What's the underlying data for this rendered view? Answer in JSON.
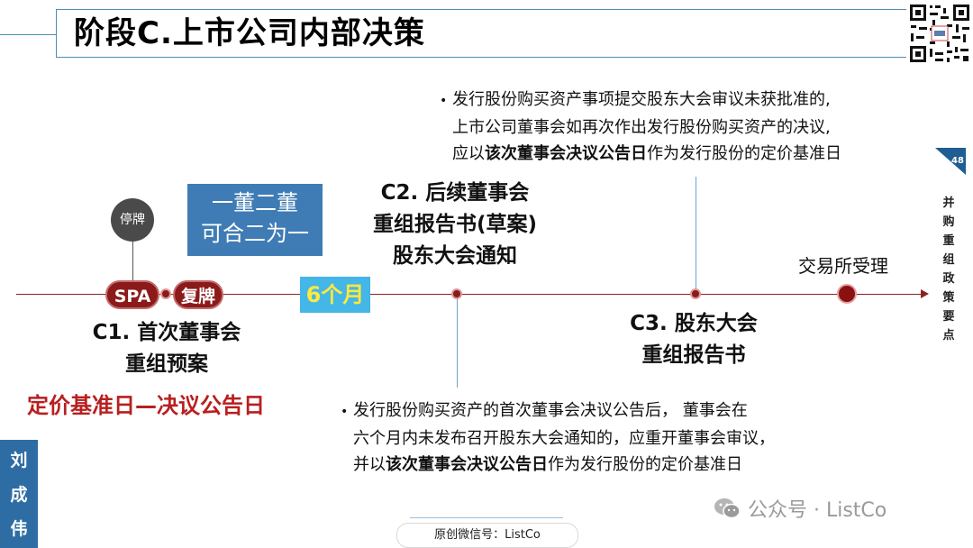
{
  "title": "阶段C.上市公司内部决策",
  "page_number": "48",
  "vertical_title": "并购重组政策要点",
  "badges": {
    "suspension": "停牌",
    "spa": "SPA",
    "resume": "复牌"
  },
  "merge_box": {
    "line1": "一董二董",
    "line2": "可合二为一"
  },
  "period": "6个月",
  "nodes": {
    "c1": {
      "line1": "C1. 首次董事会",
      "line2": "重组预案",
      "pricing": "定价基准日—决议公告日"
    },
    "c2": {
      "line1": "C2. 后续董事会",
      "line2": "重组报告书(草案)",
      "line3": "股东大会通知"
    },
    "c3": {
      "line1": "C3. 股东大会",
      "line2": "重组报告书"
    },
    "exchange": "交易所受理"
  },
  "note_top": {
    "line1": "发行股份购买资产事项提交股东大会审议未获批准的,",
    "line2": "上市公司董事会如再次作出发行股份购买资产的决议,",
    "line3_pre": "应以",
    "line3_bold": "该次董事会决议公告日",
    "line3_post": "作为发行股份的定价基准日"
  },
  "note_bottom": {
    "line1": "发行股份购买资产的首次董事会决议公告后，  董事会在",
    "line2": "六个月内未发布召开股东大会通知的，应重开董事会审议，",
    "line3_pre": "并以",
    "line3_bold": "该次董事会决议公告日",
    "line3_post": "作为发行股份的定价基准日"
  },
  "author": [
    "刘",
    "成",
    "伟"
  ],
  "wechat_label": "原创微信号：ListCo",
  "watermark": "公众号 · ListCo",
  "colors": {
    "accent_blue": "#3f7cb5",
    "timeline_red": "#8b2323",
    "highlight_red": "#b81f1f",
    "period_blue": "#44b6e8",
    "period_yellow": "#ffe93b"
  }
}
